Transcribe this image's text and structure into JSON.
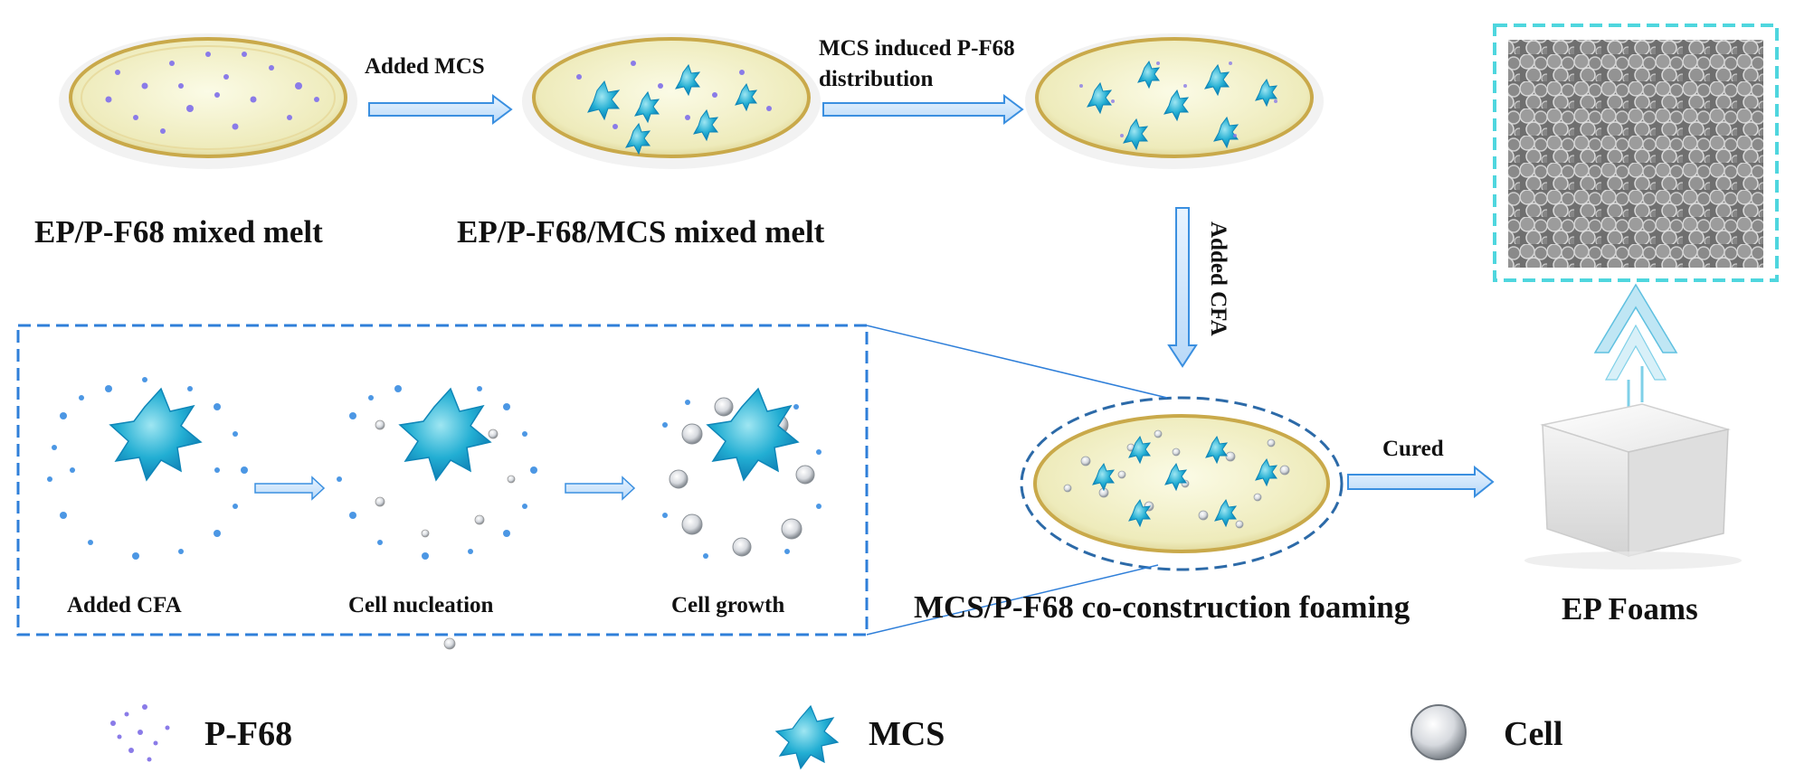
{
  "step_labels": {
    "ep_pf68": "EP/P-F68 mixed melt",
    "ep_pf68_mcs": "EP/P-F68/MCS mixed melt",
    "co_construction": "MCS/P-F68 co-construction foaming",
    "ep_foams": "EP Foams"
  },
  "arrow_labels": {
    "added_mcs": "Added MCS",
    "mcs_induced_line1": "MCS induced P-F68",
    "mcs_induced_line2": "distribution",
    "added_cfa_vertical": "Added CFA",
    "cured": "Cured"
  },
  "inset": {
    "added_cfa": "Added CFA",
    "cell_nucleation": "Cell nucleation",
    "cell_growth": "Cell growth"
  },
  "legend": {
    "pf68": "P-F68",
    "mcs": "MCS",
    "cell": "Cell"
  },
  "colors": {
    "arrow_fill": "#cfe6fb",
    "arrow_stroke": "#3a8fe0",
    "dish_fill": "#f3f1c6",
    "dish_rim": "#c9a94a",
    "pf68_dot": "#8a7be8",
    "mcs": "#2ab4d6",
    "inset_border": "#2f7fd9",
    "sem_border": "#4fd6de",
    "foam": "#efefef"
  }
}
